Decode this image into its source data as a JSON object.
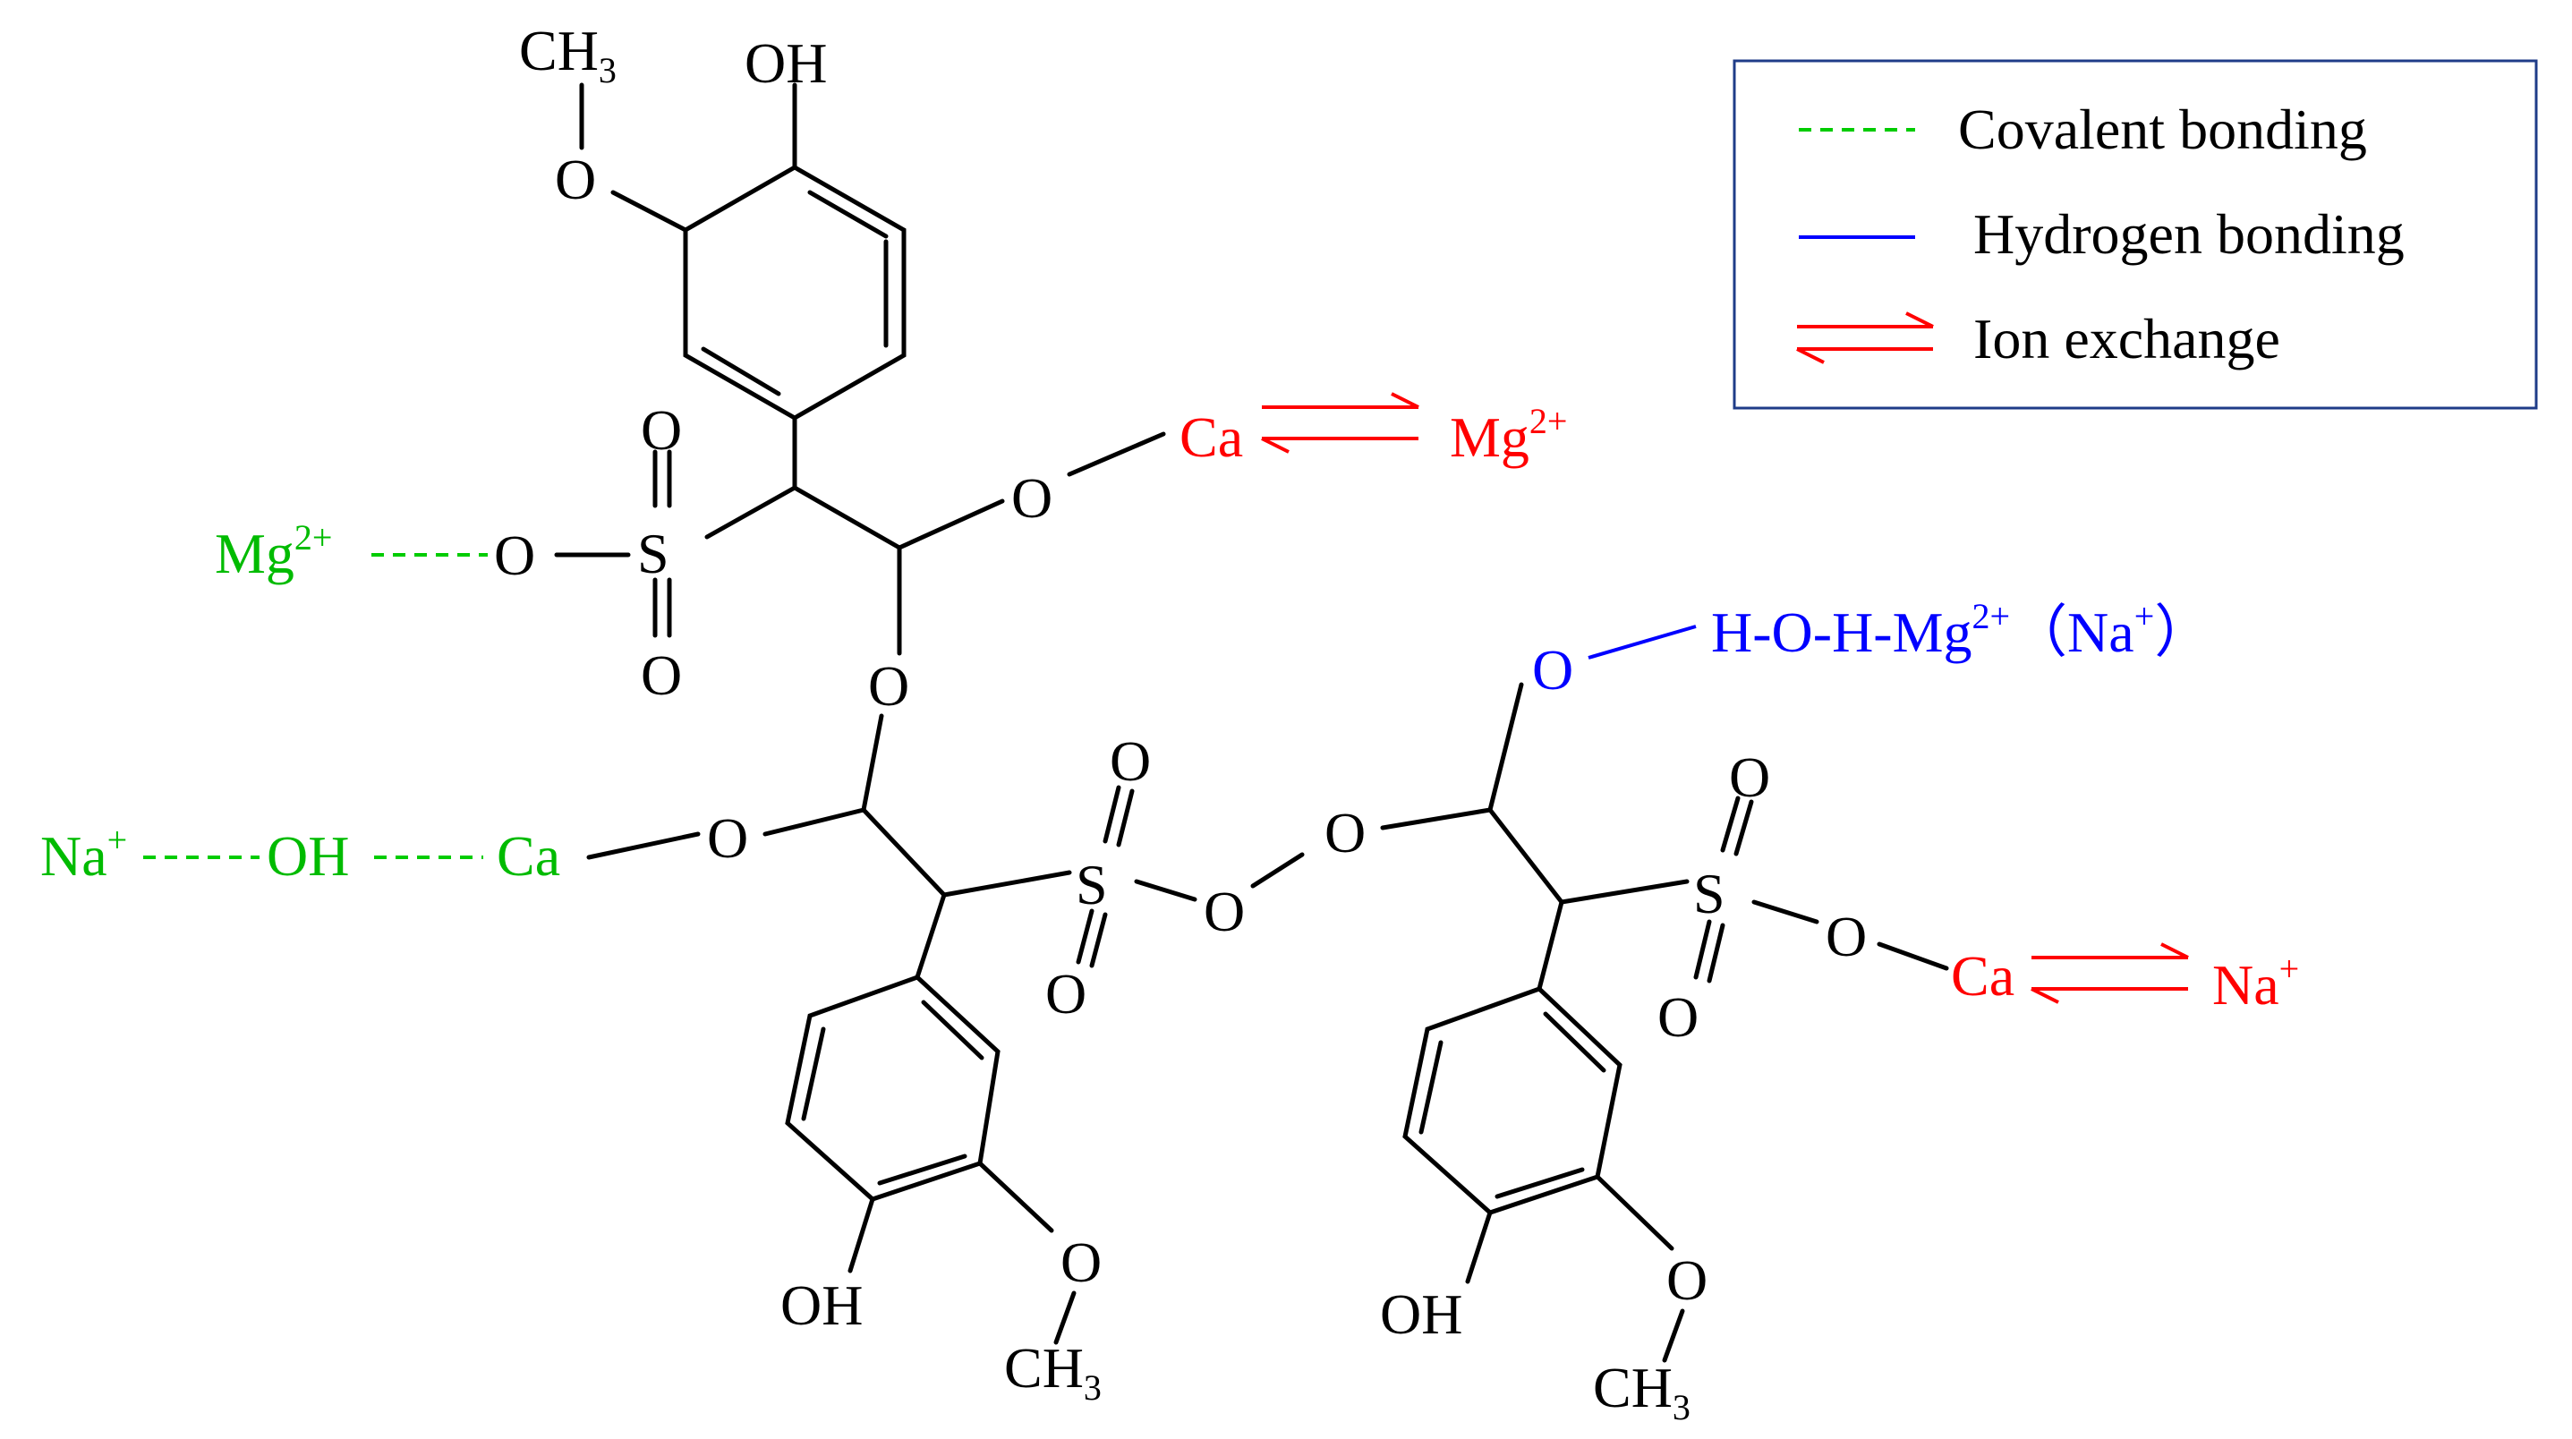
{
  "colors": {
    "covalent": "#00cc00",
    "hydrogen": "#0000ff",
    "ion": "#ff0000",
    "bond": "#000000",
    "legend_border": "#1f3c88"
  },
  "legend": {
    "covalent": "Covalent bonding",
    "hydrogen": "Hydrogen bonding",
    "ion": "Ion exchange"
  },
  "atoms": {
    "O": "O",
    "S": "S",
    "OH": "OH",
    "CH": "CH",
    "three": "3",
    "Ca": "Ca",
    "Mg": "Mg",
    "Na": "Na",
    "two_plus": "2+",
    "plus": "+"
  },
  "labels": {
    "na_oh": "Na",
    "oh_green": "OH",
    "ca_green": "Ca",
    "mg_green": "Mg",
    "o_green": "O",
    "hohmg": "H-O-H-Mg",
    "na_paren_open": "（Na",
    "paren_close": "）"
  }
}
